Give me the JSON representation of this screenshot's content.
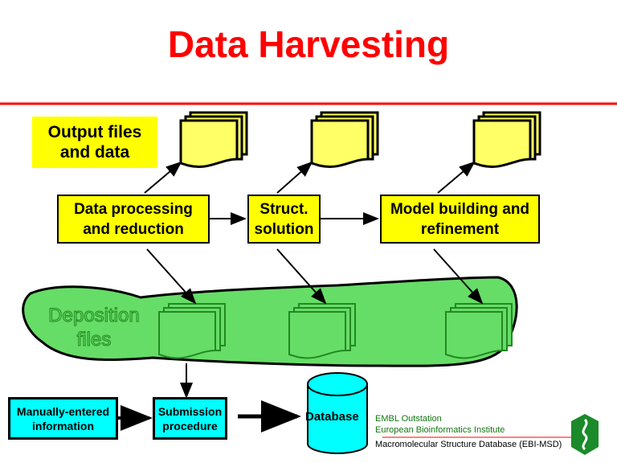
{
  "title": "Data Harvesting",
  "output_label": "Output files and data",
  "steps": [
    "Data processing and reduction",
    "Struct. solution",
    "Model building and refinement"
  ],
  "deposition_label": "Deposition files",
  "manual_box": "Manually-entered information",
  "submission_box": "Submission procedure",
  "database_label": "Database",
  "footer": {
    "line1": "EMBL Outstation",
    "line2": "European Bioinformatics Institute",
    "line3": "Macromolecular Structure Database (EBI-MSD)"
  },
  "colors": {
    "title": "#ff0000",
    "yellow": "#ffff00",
    "green": "#33cc33",
    "cyan": "#00ffff"
  }
}
